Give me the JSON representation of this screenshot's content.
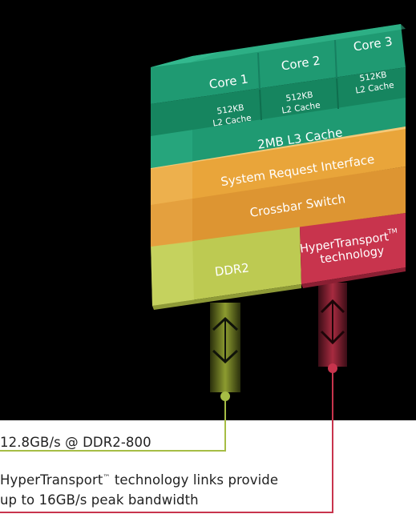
{
  "diagram": {
    "cores": [
      {
        "label": "Core 1",
        "cache_size": "512KB",
        "cache_name": "L2 Cache"
      },
      {
        "label": "Core 2",
        "cache_size": "512KB",
        "cache_name": "L2 Cache"
      },
      {
        "label": "Core 3",
        "cache_size": "512KB",
        "cache_name": "L2 Cache"
      }
    ],
    "l3_cache": "2MB L3 Cache",
    "sri": "System Request Interface",
    "crossbar": "Crossbar Switch",
    "ddr2": "DDR2",
    "ht_line1": "HyperTransport",
    "ht_tm": "TM",
    "ht_line2": "technology",
    "colors": {
      "core_green": "#1f9a72",
      "cache_green": "#16855f",
      "orange": "#e9a53a",
      "ddr2_yellow": "#bdca52",
      "ht_red": "#c8344d",
      "ddr_line": "#a6bd45",
      "ht_line": "#c8344d"
    }
  },
  "captions": {
    "ddr": "12.8GB/s @ DDR2-800",
    "ht_part1": "HyperTransport",
    "ht_tm": "™",
    "ht_part2": " technology links provide",
    "ht_line2": "up to 16GB/s peak bandwidth"
  }
}
